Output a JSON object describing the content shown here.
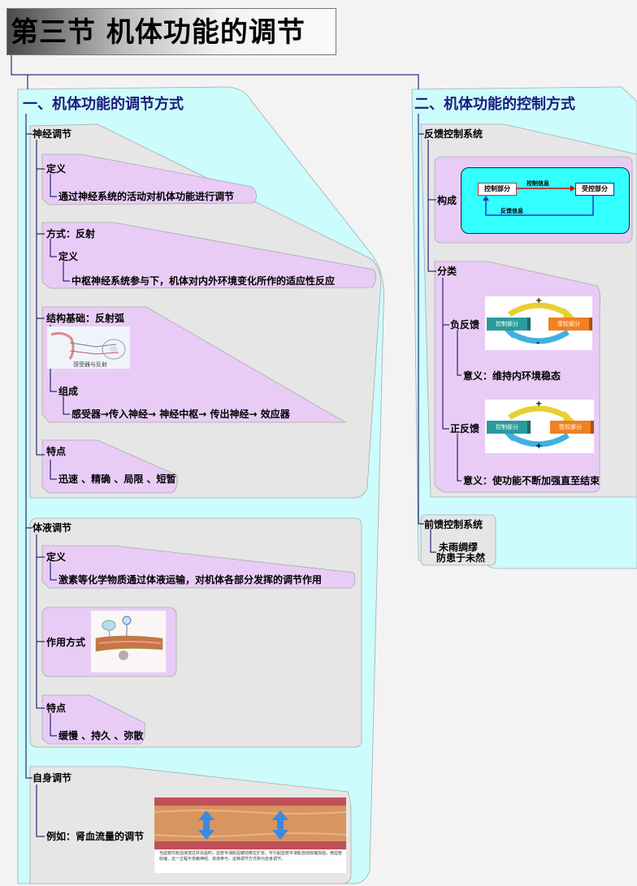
{
  "title": "第三节  机体功能的调节",
  "left": {
    "heading": "一、机体功能的调节方式",
    "neural": {
      "label": "神经调节",
      "def_label": "定义",
      "def_text": "通过神经系统的活动对机体功能进行调节",
      "mode_label": "方式：反射",
      "mode_def_label": "定义",
      "mode_def_text": "中枢神经系统参与下，机体对内外环境变化所作的适应性反应",
      "basis_label": "结构基础：反射弧",
      "basis_img_caption": "感受器与反射",
      "comp_label": "组成",
      "comp_text": "感受器→传入神经→  神经中枢→  传出神经→  效应器",
      "feat_label": "特点",
      "feat_text": "迅速 、精确 、局限 、短暂"
    },
    "humoral": {
      "label": "体液调节",
      "def_label": "定义",
      "def_text": "激素等化学物质通过体液运输，对机体各部分发挥的调节作用",
      "mode_label": "作用方式",
      "feat_label": "特点",
      "feat_text": "缓慢 、持久 、弥散"
    },
    "auto": {
      "label": "自身调节",
      "example_label": "例如：肾血流量的调节",
      "img_caption": "当血管内有血液流过并充盈时，血管平滑肌因被动牵拉扩张，可引起血管平滑肌自动收缩加强，使血管收缩，这一过程不依赖神经、体液参与，这种调节方式称为自身调节。"
    }
  },
  "right": {
    "heading": "二、机体功能的控制方式",
    "feedback": {
      "label": "反馈控制系统",
      "comp_label": "构成",
      "diagram": {
        "controller": "控制部分",
        "controlled": "受控部分",
        "control_info": "控制信息",
        "feedback_info": "反馈信息"
      },
      "class_label": "分类",
      "negative": {
        "label": "负反馈",
        "meaning": "意义：维持内环境稳态",
        "left_box": "控制部分",
        "right_box": "受控部分",
        "top_sign": "+",
        "bottom_sign": "-"
      },
      "positive": {
        "label": "正反馈",
        "meaning": "意义：使功能不断加强直至结束",
        "left_box": "控制部分",
        "right_box": "受控部分",
        "top_sign": "+",
        "bottom_sign": "+"
      }
    },
    "feedforward": {
      "label": "前馈控制系统",
      "text_line1": "未雨绸缪",
      "text_line2": "防患于未然"
    }
  },
  "colors": {
    "category_fill": "#ccfcfc",
    "group_fill": "#e6e6e6",
    "item_fill": "#e8ccf6",
    "heading_text": "#1a1a7a",
    "line": "#000060"
  }
}
